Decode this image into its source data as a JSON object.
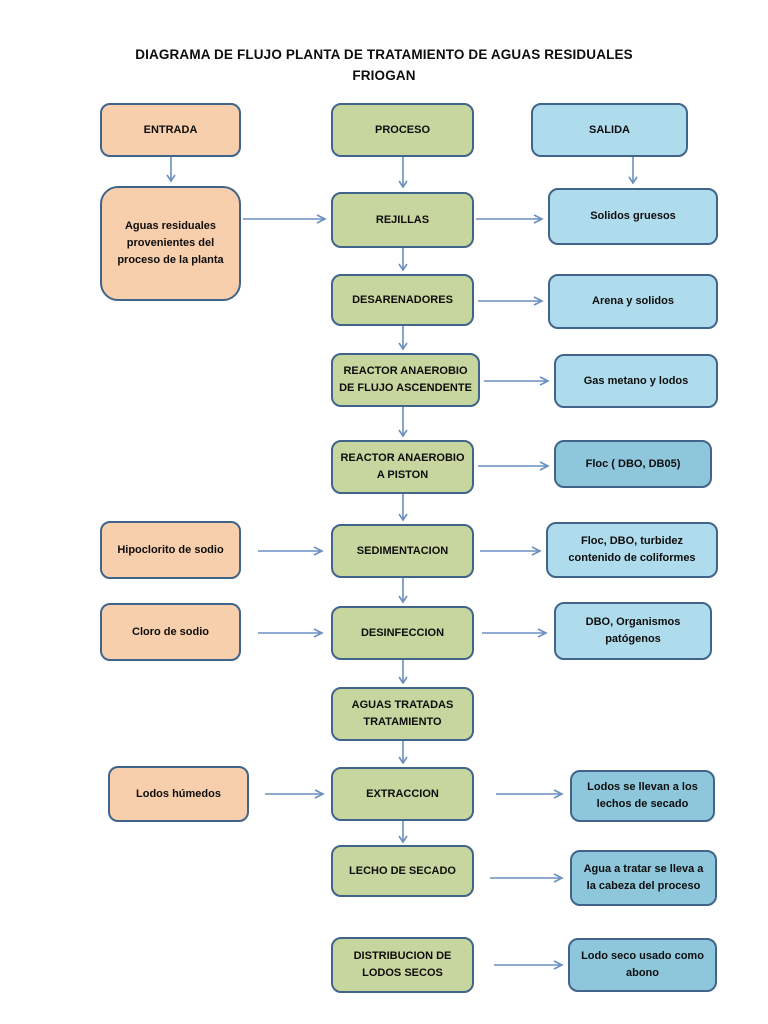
{
  "title": {
    "line1": "DIAGRAMA DE FLUJO PLANTA DE TRATAMIENTO DE AGUAS RESIDUALES",
    "line2": "FRIOGAN"
  },
  "colors": {
    "entrada_fill": "#F8CFAC",
    "proceso_fill": "#C6D69E",
    "salida_fill": "#AFDCEC",
    "salida_fill_dark": "#8EC7DC",
    "border": "#41648A",
    "arrow": "#6A8FC0",
    "text": "#0D0D0D",
    "background": "#FFFFFF"
  },
  "headers": {
    "entrada": "ENTRADA",
    "proceso": "PROCESO",
    "salida": "SALIDA"
  },
  "columns": {
    "entrada": [
      {
        "label": "Aguas residuales provenientes del proceso de la planta"
      },
      {
        "label": "Hipoclorito de sodio"
      },
      {
        "label": "Cloro de sodio"
      },
      {
        "label": "Lodos húmedos"
      }
    ],
    "proceso": [
      {
        "label": "REJILLAS"
      },
      {
        "label": "DESARENADORES"
      },
      {
        "label": "REACTOR ANAEROBIO DE FLUJO ASCENDENTE"
      },
      {
        "label": "REACTOR ANAEROBIO A PISTON"
      },
      {
        "label": "SEDIMENTACION"
      },
      {
        "label": "DESINFECCION"
      },
      {
        "label": "AGUAS TRATADAS TRATAMIENTO"
      },
      {
        "label": "EXTRACCION"
      },
      {
        "label": "LECHO DE SECADO"
      },
      {
        "label": "DISTRIBUCION DE LODOS SECOS"
      }
    ],
    "salida": [
      {
        "label": "Solidos gruesos"
      },
      {
        "label": "Arena y solidos"
      },
      {
        "label": "Gas metano y lodos"
      },
      {
        "label": "Floc ( DBO, DB05)"
      },
      {
        "label": "Floc, DBO, turbidez contenido de coliformes"
      },
      {
        "label": "DBO, Organismos patógenos"
      },
      {
        "label": "Lodos se llevan a los lechos de secado"
      },
      {
        "label": "Agua  a tratar se lleva a la cabeza del proceso"
      },
      {
        "label": "Lodo seco usado como abono"
      }
    ]
  }
}
